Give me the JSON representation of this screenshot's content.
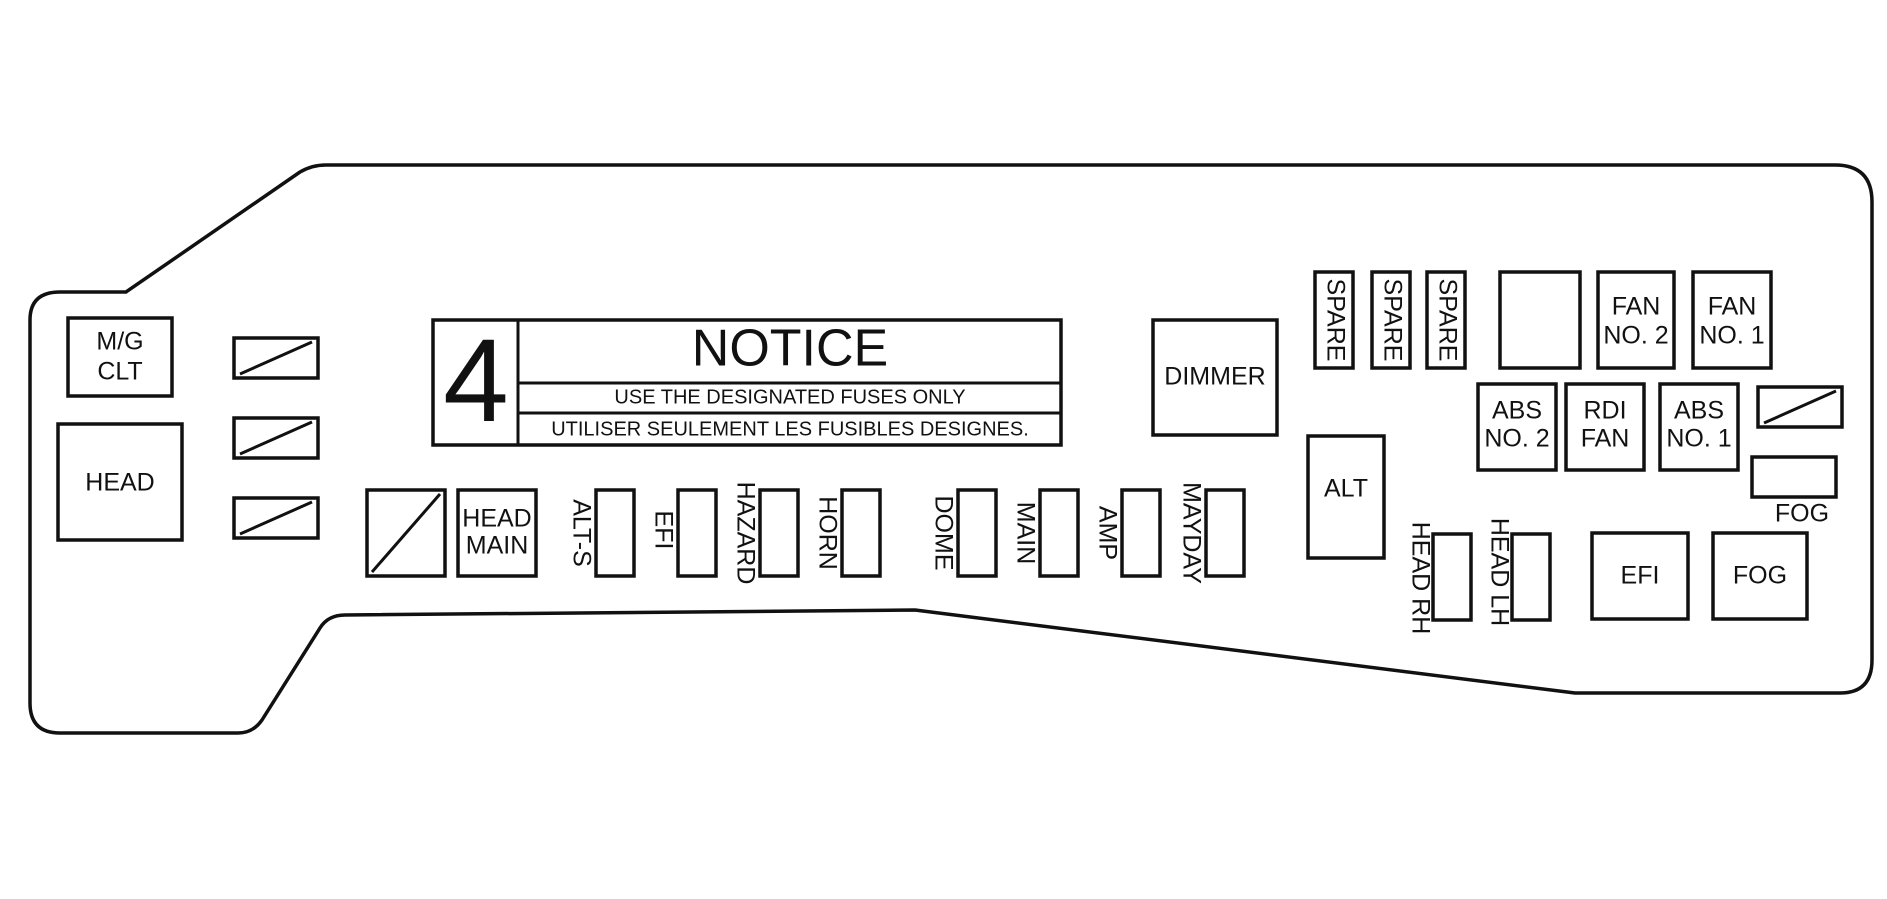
{
  "notice": {
    "number": "4",
    "title": "NOTICE",
    "line_en": "USE THE DESIGNATED FUSES ONLY",
    "line_fr": "UTILISER SEULEMENT LES FUSIBLES DESIGNES."
  },
  "fuses": {
    "mg_clt_1": "M/G",
    "mg_clt_2": "CLT",
    "head": "HEAD",
    "head_main_1": "HEAD",
    "head_main_2": "MAIN",
    "alt_s": "ALT-S",
    "efi_small": "EFI",
    "hazard": "HAZARD",
    "horn": "HORN",
    "dome": "DOME",
    "main": "MAIN",
    "amp": "AMP",
    "mayday": "MAYDAY",
    "dimmer": "DIMMER",
    "spare_1": "SPARE",
    "spare_2": "SPARE",
    "spare_3": "SPARE",
    "fan_no2_1": "FAN",
    "fan_no2_2": "NO. 2",
    "fan_no1_1": "FAN",
    "fan_no1_2": "NO. 1",
    "abs_no2_1": "ABS",
    "abs_no2_2": "NO. 2",
    "rdi_fan_1": "RDI",
    "rdi_fan_2": "FAN",
    "abs_no1_1": "ABS",
    "abs_no1_2": "NO. 1",
    "alt": "ALT",
    "fog_small": "FOG",
    "head_rh": "HEAD RH",
    "head_lh": "HEAD LH",
    "efi_large": "EFI",
    "fog_large": "FOG"
  }
}
